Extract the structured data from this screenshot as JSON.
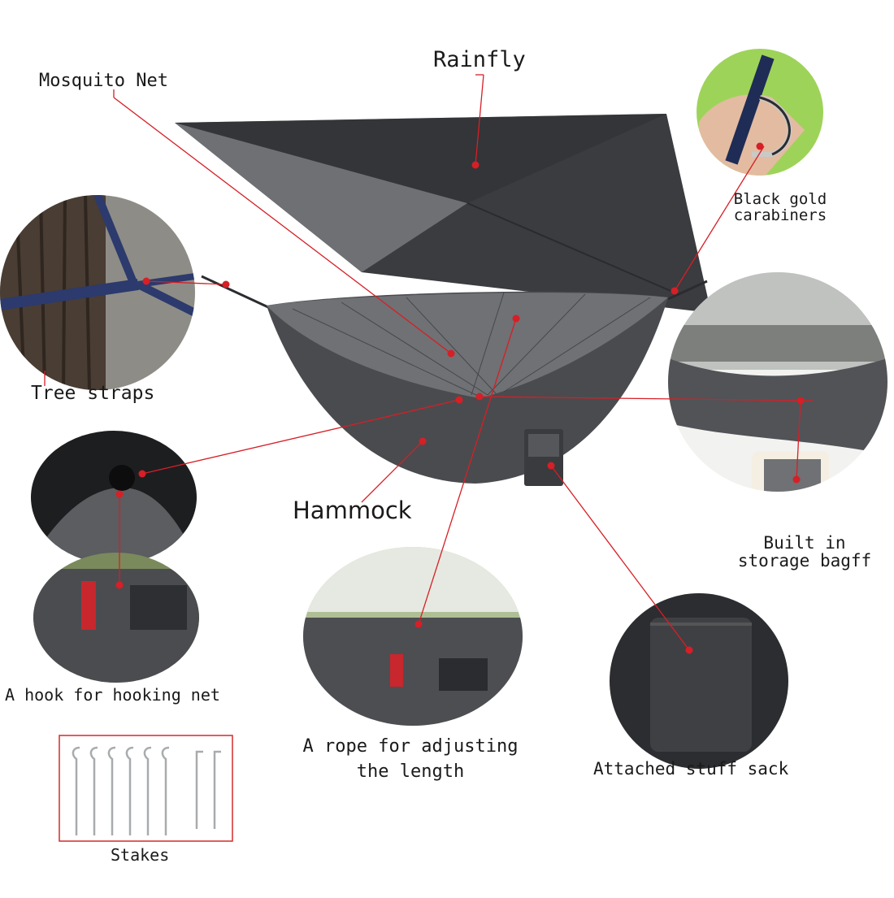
{
  "labels": {
    "rainfly": "Rainfly",
    "mosquito_net": "Mosquito Net",
    "carabiners_line1": "Black gold",
    "carabiners_line2": "carabiners",
    "tree_straps": "Tree straps",
    "hammock": "Hammock",
    "storage_line1": "Built in",
    "storage_line2": "storage bagff",
    "hook": "A hook for hooking net",
    "rope_line1": "A rope for adjusting",
    "rope_line2": "the length",
    "stuff_sack": "Attached stuff sack",
    "stakes": "Stakes"
  },
  "colors": {
    "callout": "#d61f26",
    "rainfly": "#3b3d40",
    "hammock": "#4a4b4e",
    "mesh": "#6e7073",
    "text": "#1a1a1a",
    "stakes_frame": "#d42a2a"
  },
  "counts": {
    "stakes_long": 6,
    "stakes_short": 2
  }
}
